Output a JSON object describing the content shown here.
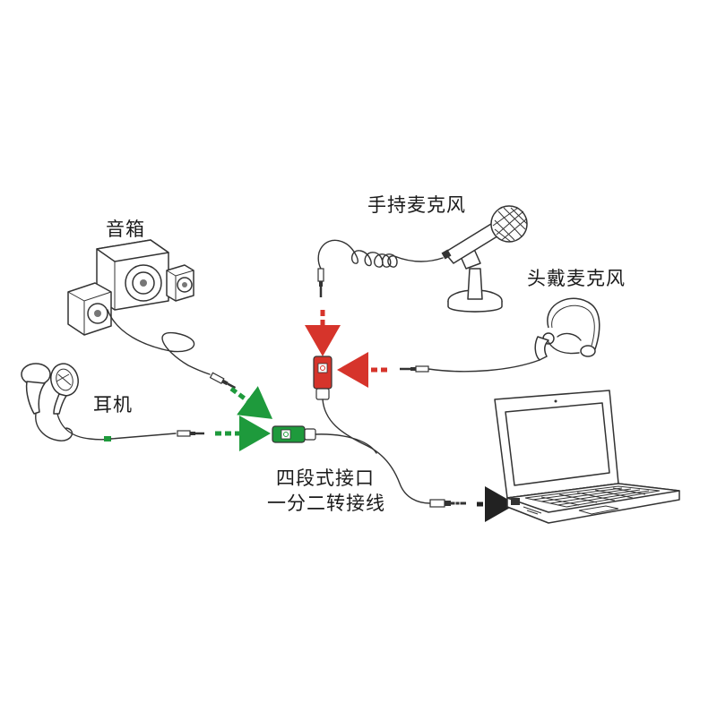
{
  "labels": {
    "speaker": "音箱",
    "earphone": "耳机",
    "handheld_mic": "手持麦克风",
    "headset_mic": "头戴麦克风",
    "adapter_line1": "四段式接口",
    "adapter_line2": "一分二转接线"
  },
  "colors": {
    "green": "#1e9a3c",
    "red": "#d6342b",
    "black": "#222222",
    "outline": "#333333"
  }
}
